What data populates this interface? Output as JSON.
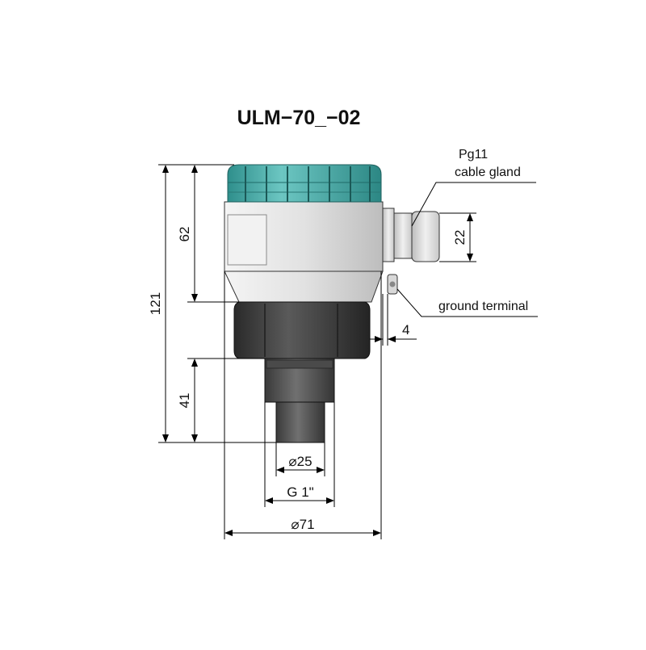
{
  "title": "ULM−70_−02",
  "labels": {
    "gland_line1": "Pg11",
    "gland_line2": "cable gland",
    "ground": "ground terminal"
  },
  "dimensions": {
    "total_height": "121",
    "head_height": "62",
    "thread_length": "41",
    "gland_height": "22",
    "terminal_offset": "4",
    "probe_diameter": "⌀25",
    "thread": "G 1\"",
    "head_diameter": "⌀71"
  },
  "colors": {
    "lid_teal": "#4aa9a6",
    "body_light": "#e4e4e4",
    "nut_dark": "#3e3e3e",
    "probe_dark": "#505050"
  }
}
